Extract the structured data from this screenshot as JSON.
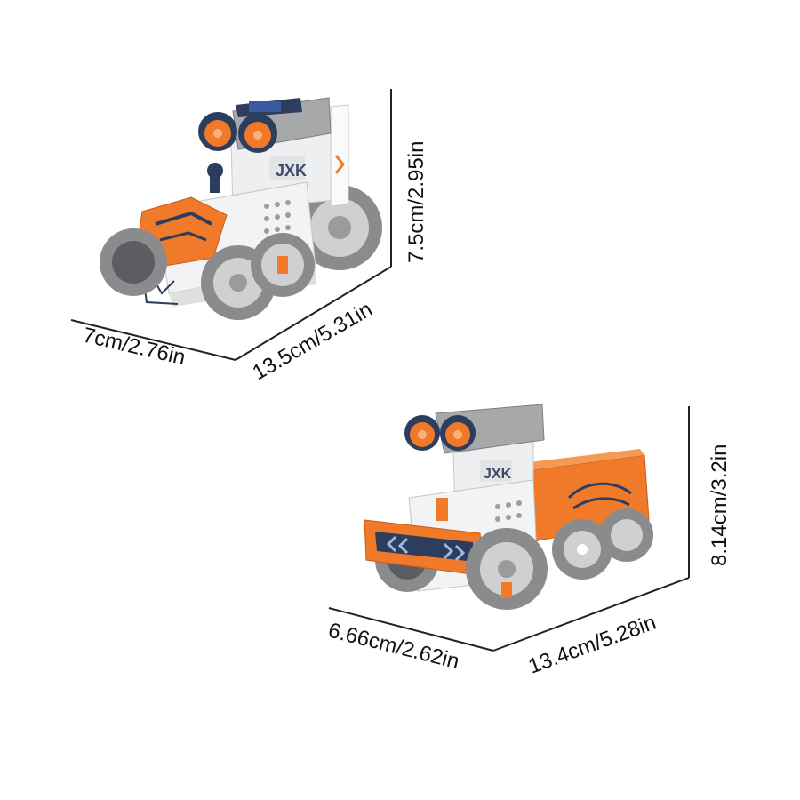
{
  "dimensions": {
    "rover1": {
      "height": "7.5cm/2.95in",
      "length": "13.5cm/5.31in",
      "width": "7cm/2.76in"
    },
    "rover2": {
      "height": "8.14cm/3.2in",
      "length": "13.4cm/5.28in",
      "width": "6.66cm/2.62in"
    }
  },
  "colors": {
    "orange": "#f07a2a",
    "grey": "#8e8f91",
    "light_grey": "#d7d8da",
    "white_body": "#f4f4f5",
    "navy": "#2c3d5e"
  }
}
